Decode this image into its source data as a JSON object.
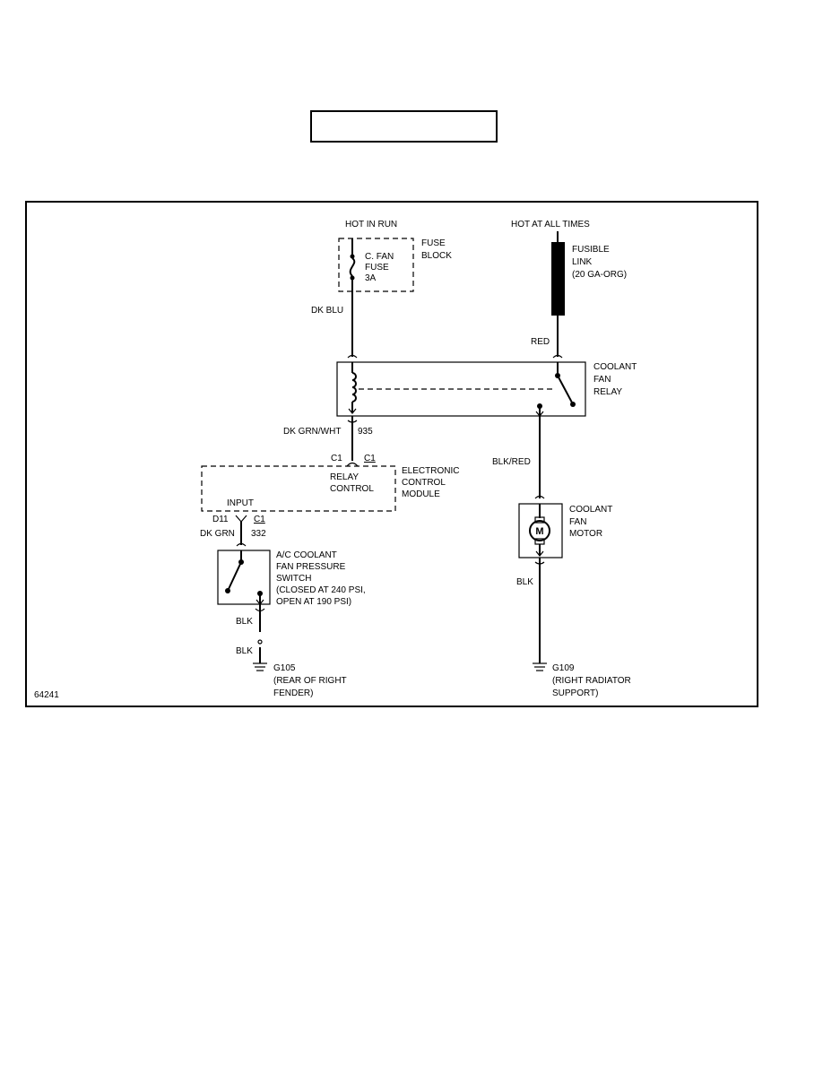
{
  "labels": {
    "hot_in_run": "HOT IN RUN",
    "hot_at_all_times": "HOT AT ALL TIMES",
    "fuse_block_1": "FUSE",
    "fuse_block_2": "BLOCK",
    "fuse_1": "C. FAN",
    "fuse_2": "FUSE",
    "fuse_3": "3A",
    "fusible_link_1": "FUSIBLE",
    "fusible_link_2": "LINK",
    "fusible_link_3": "(20 GA-ORG)",
    "wire_dk_blu": "DK BLU",
    "wire_red": "RED",
    "relay_1": "COOLANT",
    "relay_2": "FAN",
    "relay_3": "RELAY",
    "wire_dk_grn_wht": "DK GRN/WHT",
    "circuit_935": "935",
    "conn_c1_left": "C1",
    "conn_c1_right": "C1",
    "relay_control_1": "RELAY",
    "relay_control_2": "CONTROL",
    "ecm_1": "ELECTRONIC",
    "ecm_2": "CONTROL",
    "ecm_3": "MODULE",
    "wire_blk_red": "BLK/RED",
    "input": "INPUT",
    "pin_d11": "D11",
    "conn_c1_input": "C1",
    "wire_dk_grn": "DK GRN",
    "circuit_332": "332",
    "motor_1": "COOLANT",
    "motor_2": "FAN",
    "motor_3": "MOTOR",
    "motor_symbol": "M",
    "switch_1": "A/C COOLANT",
    "switch_2": "FAN PRESSURE",
    "switch_3": "SWITCH",
    "switch_4": "(CLOSED AT 240 PSI,",
    "switch_5": "OPEN AT 190 PSI)",
    "wire_blk_motor": "BLK",
    "wire_blk_switch_1": "BLK",
    "wire_blk_switch_2": "BLK",
    "ground_g105": "G105",
    "ground_g105_loc_1": "(REAR OF RIGHT",
    "ground_g105_loc_2": "FENDER)",
    "ground_g109": "G109",
    "ground_g109_loc_1": "(RIGHT RADIATOR",
    "ground_g109_loc_2": "SUPPORT)",
    "figure_id": "64241"
  }
}
